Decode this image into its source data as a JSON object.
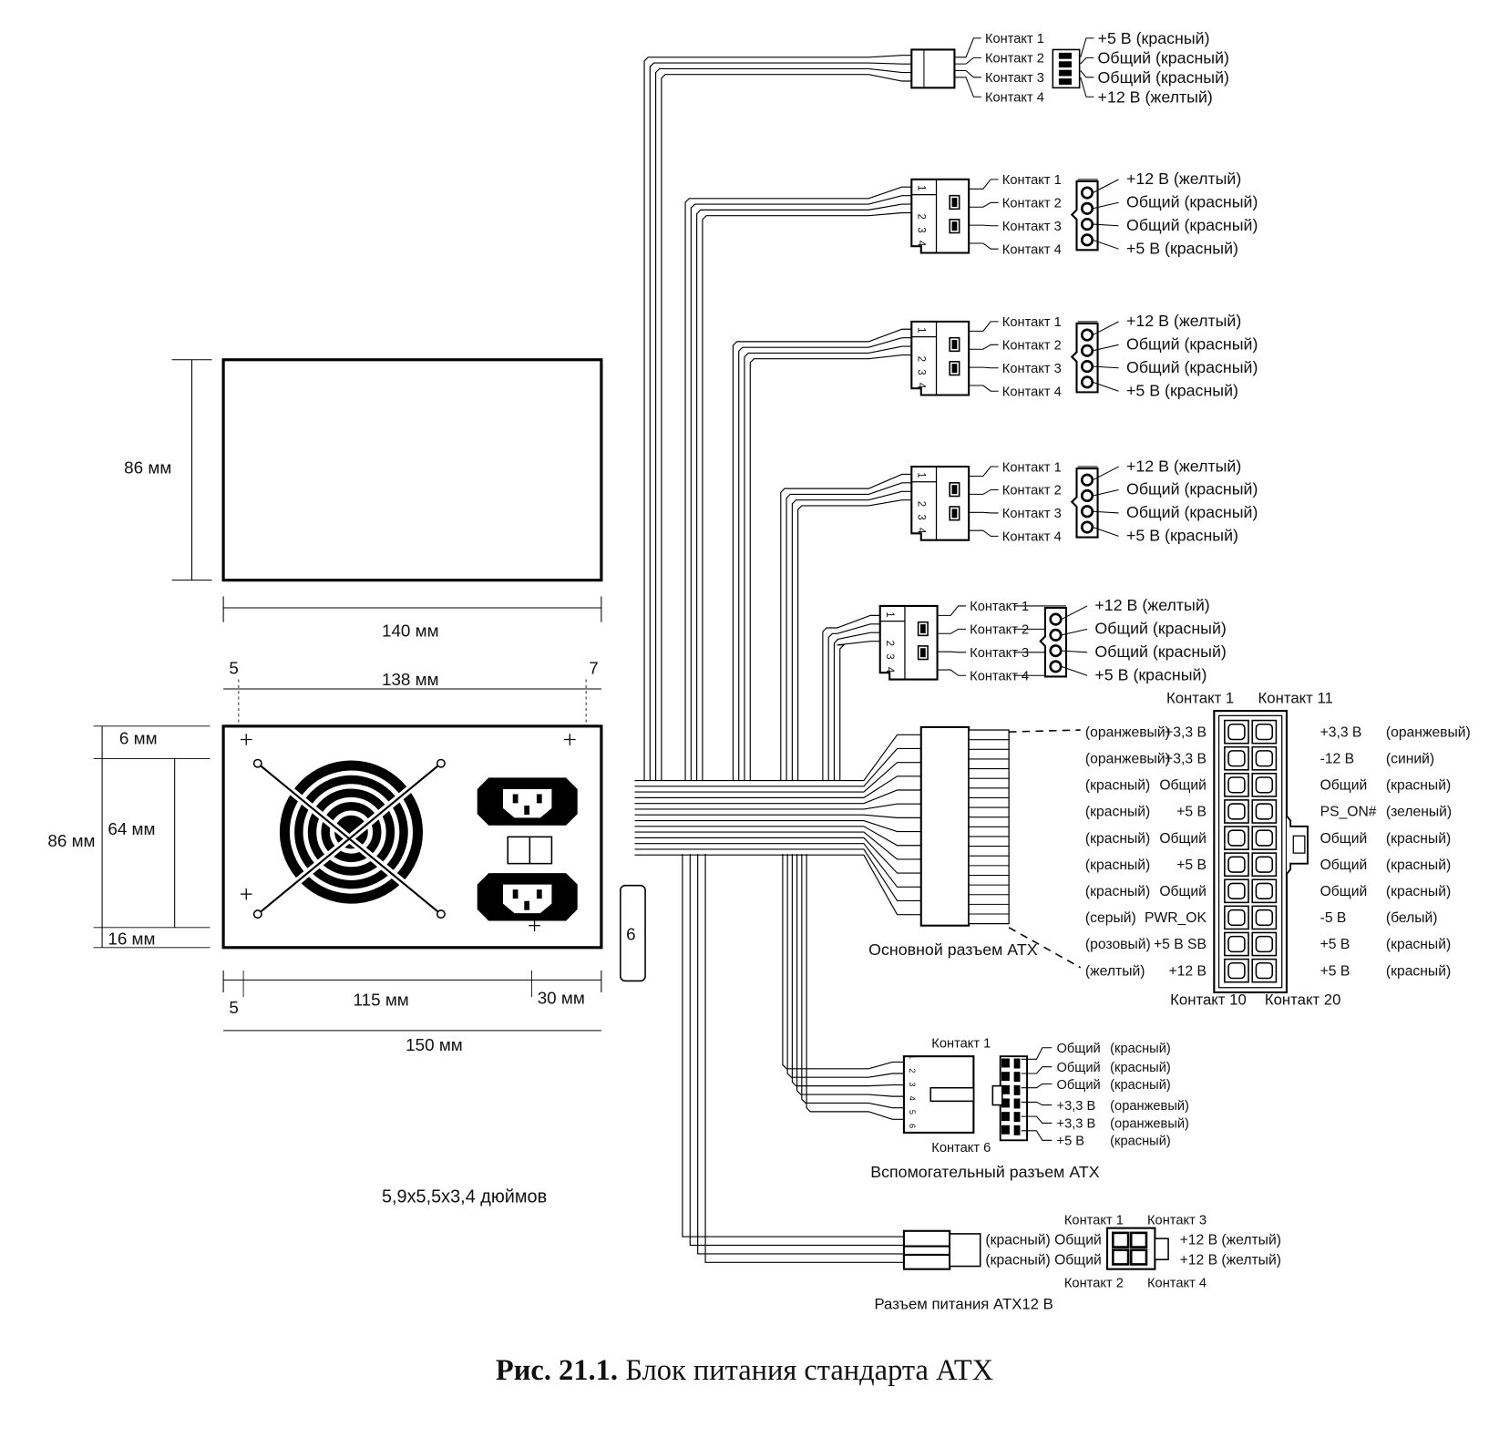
{
  "caption": {
    "bold": "Рис. 21.1.",
    "text": "Блок питания стандарта ATX"
  },
  "top_view": {
    "height": "86 мм",
    "width": "140 мм"
  },
  "back_view": {
    "offset_left": "5",
    "inner_width": "138 мм",
    "offset_right": "7",
    "height": "86 мм",
    "top_margin": "6 мм",
    "middle": "64 мм",
    "bottom_margin": "16 мм",
    "bottom_offset": "5",
    "fan_span": "115 мм",
    "socket_span": "30 мм",
    "total_width": "150 мм",
    "side_tag": "6"
  },
  "size_inches": "5,9x5,5x3,4 дюймов",
  "floppy_connector": {
    "contacts": [
      "Контакт 1",
      "Контакт 2",
      "Контакт 3",
      "Контакт 4"
    ],
    "pins": [
      "+5 В (красный)",
      "Общий (красный)",
      "Общий (красный)",
      "+12 В (желтый)"
    ]
  },
  "molex_connectors": [
    {
      "contacts": [
        "Контакт 1",
        "Контакт 2",
        "Контакт 3",
        "Контакт 4"
      ],
      "pins": [
        "+12 В (желтый)",
        "Общий (красный)",
        "Общий (красный)",
        "+5 В (красный)"
      ]
    },
    {
      "contacts": [
        "Контакт 1",
        "Контакт 2",
        "Контакт 3",
        "Контакт 4"
      ],
      "pins": [
        "+12 В (желтый)",
        "Общий (красный)",
        "Общий (красный)",
        "+5 В (красный)"
      ]
    },
    {
      "contacts": [
        "Контакт 1",
        "Контакт 2",
        "Контакт 3",
        "Контакт 4"
      ],
      "pins": [
        "+12 В (желтый)",
        "Общий (красный)",
        "Общий (красный)",
        "+5 В (красный)"
      ]
    },
    {
      "contacts": [
        "Контакт 1",
        "Контакт 2",
        "Контакт 3",
        "Контакт 4"
      ],
      "pins": [
        "+12 В (желтый)",
        "Общий (красный)",
        "Общий (красный)",
        "+5 В (красный)"
      ]
    }
  ],
  "main_atx": {
    "title": "Основной разъем ATX",
    "contact_top_left": "Контакт 1",
    "contact_top_right": "Контакт 11",
    "contact_bottom_left": "Контакт 10",
    "contact_bottom_right": "Контакт 20",
    "left": [
      {
        "color": "(оранжевый)",
        "signal": "+3,3 В"
      },
      {
        "color": "(оранжевый)",
        "signal": "+3,3 В"
      },
      {
        "color": "(красный)",
        "signal": "Общий"
      },
      {
        "color": "(красный)",
        "signal": "+5 В"
      },
      {
        "color": "(красный)",
        "signal": "Общий"
      },
      {
        "color": "(красный)",
        "signal": "+5 В"
      },
      {
        "color": "(красный)",
        "signal": "Общий"
      },
      {
        "color": "(серый)",
        "signal": "PWR_OK"
      },
      {
        "color": "(розовый)",
        "signal": "+5 В SB"
      },
      {
        "color": "(желтый)",
        "signal": "+12 В"
      }
    ],
    "right": [
      {
        "signal": "+3,3 В",
        "color": "(оранжевый)"
      },
      {
        "signal": "-12 В",
        "color": "(синий)"
      },
      {
        "signal": "Общий",
        "color": "(красный)"
      },
      {
        "signal": "PS_ON#",
        "color": "(зеленый)"
      },
      {
        "signal": "Общий",
        "color": "(красный)"
      },
      {
        "signal": "Общий",
        "color": "(красный)"
      },
      {
        "signal": "Общий",
        "color": "(красный)"
      },
      {
        "signal": "-5 В",
        "color": "(белый)"
      },
      {
        "signal": "+5 В",
        "color": "(красный)"
      },
      {
        "signal": "+5 В",
        "color": "(красный)"
      }
    ]
  },
  "aux_atx": {
    "title": "Вспомогательный разъем ATX",
    "contact_first": "Контакт 1",
    "contact_last": "Контакт 6",
    "pin_numbers": [
      "1",
      "2",
      "3",
      "4",
      "5",
      "6"
    ],
    "rows": [
      {
        "signal": "Общий",
        "color": "(красный)"
      },
      {
        "signal": "Общий",
        "color": "(красный)"
      },
      {
        "signal": "Общий",
        "color": "(красный)"
      },
      {
        "signal": "+3,3 В",
        "color": "(оранжевый)"
      },
      {
        "signal": "+3,3 В",
        "color": "(оранжевый)"
      },
      {
        "signal": "+5 В",
        "color": "(красный)"
      }
    ]
  },
  "atx12v": {
    "title": "Разъем питания ATX12 В",
    "contacts": [
      "Контакт 1",
      "Контакт 3",
      "Контакт 2",
      "Контакт 4"
    ],
    "left": [
      "(красный) Общий",
      "(красный) Общий"
    ],
    "right": [
      "+12 В (желтый)",
      "+12 В (желтый)"
    ]
  }
}
